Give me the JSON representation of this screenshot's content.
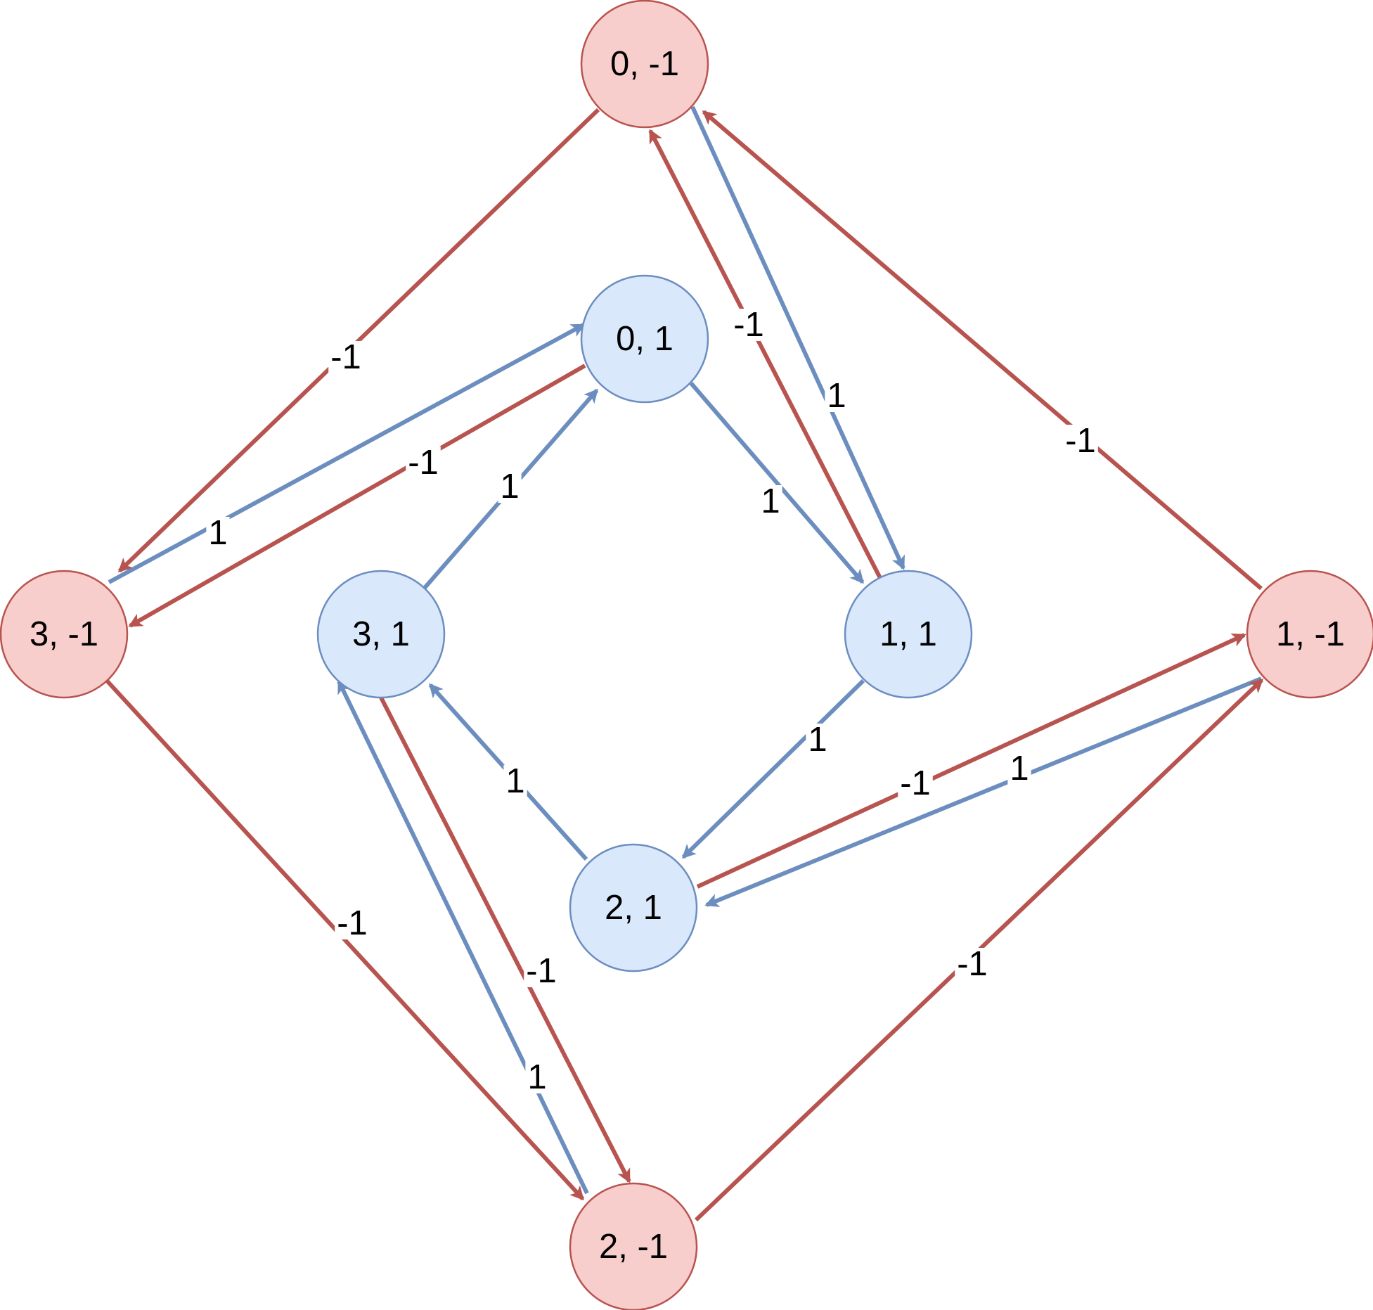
{
  "colors": {
    "blue_fill": "#dae8fc",
    "blue_stroke": "#6c8ebf",
    "red_fill": "#f8cecc",
    "red_stroke": "#b85450",
    "label_bg": "#ffffff",
    "text": "#000000"
  },
  "nodes": [
    {
      "id": "n0m",
      "label": "0, -1",
      "kind": "red"
    },
    {
      "id": "n0p",
      "label": "0, 1",
      "kind": "blue"
    },
    {
      "id": "n1p",
      "label": "1, 1",
      "kind": "blue"
    },
    {
      "id": "n1m",
      "label": "1, -1",
      "kind": "red"
    },
    {
      "id": "n3m",
      "label": "3, -1",
      "kind": "red"
    },
    {
      "id": "n3p",
      "label": "3, 1",
      "kind": "blue"
    },
    {
      "id": "n2p",
      "label": "2, 1",
      "kind": "blue"
    },
    {
      "id": "n2m",
      "label": "2, -1",
      "kind": "red"
    }
  ],
  "edges": [
    {
      "id": "e01",
      "from": "n0p",
      "to": "n1p",
      "label": "1",
      "kind": "blue"
    },
    {
      "id": "e12",
      "from": "n1p",
      "to": "n2p",
      "label": "1",
      "kind": "blue"
    },
    {
      "id": "e23",
      "from": "n2p",
      "to": "n3p",
      "label": "1",
      "kind": "blue"
    },
    {
      "id": "e30",
      "from": "n3p",
      "to": "n0p",
      "label": "1",
      "kind": "blue"
    },
    {
      "id": "e3m0p",
      "from": "n3m",
      "to": "n0p",
      "label": "1",
      "kind": "blue"
    },
    {
      "id": "e0p3m",
      "from": "n0p",
      "to": "n3m",
      "label": "-1",
      "kind": "red"
    },
    {
      "id": "e0m3m",
      "from": "n0m",
      "to": "n3m",
      "label": "-1",
      "kind": "red"
    },
    {
      "id": "e1p0m",
      "from": "n1p",
      "to": "n0m",
      "label": "-1",
      "kind": "red"
    },
    {
      "id": "e0m1p",
      "from": "n0m",
      "to": "n1p",
      "label": "1",
      "kind": "blue"
    },
    {
      "id": "e1m0m",
      "from": "n1m",
      "to": "n0m",
      "label": "-1",
      "kind": "red"
    },
    {
      "id": "e2p1m",
      "from": "n2p",
      "to": "n1m",
      "label": "-1",
      "kind": "red"
    },
    {
      "id": "e1m2p",
      "from": "n1m",
      "to": "n2p",
      "label": "1",
      "kind": "blue"
    },
    {
      "id": "e3m2m",
      "from": "n3m",
      "to": "n2m",
      "label": "-1",
      "kind": "red"
    },
    {
      "id": "e3p2m",
      "from": "n3p",
      "to": "n2m",
      "label": "-1",
      "kind": "red"
    },
    {
      "id": "e2m3p",
      "from": "n2m",
      "to": "n3p",
      "label": "1",
      "kind": "blue"
    },
    {
      "id": "e2m1m",
      "from": "n2m",
      "to": "n1m",
      "label": "-1",
      "kind": "red"
    }
  ]
}
